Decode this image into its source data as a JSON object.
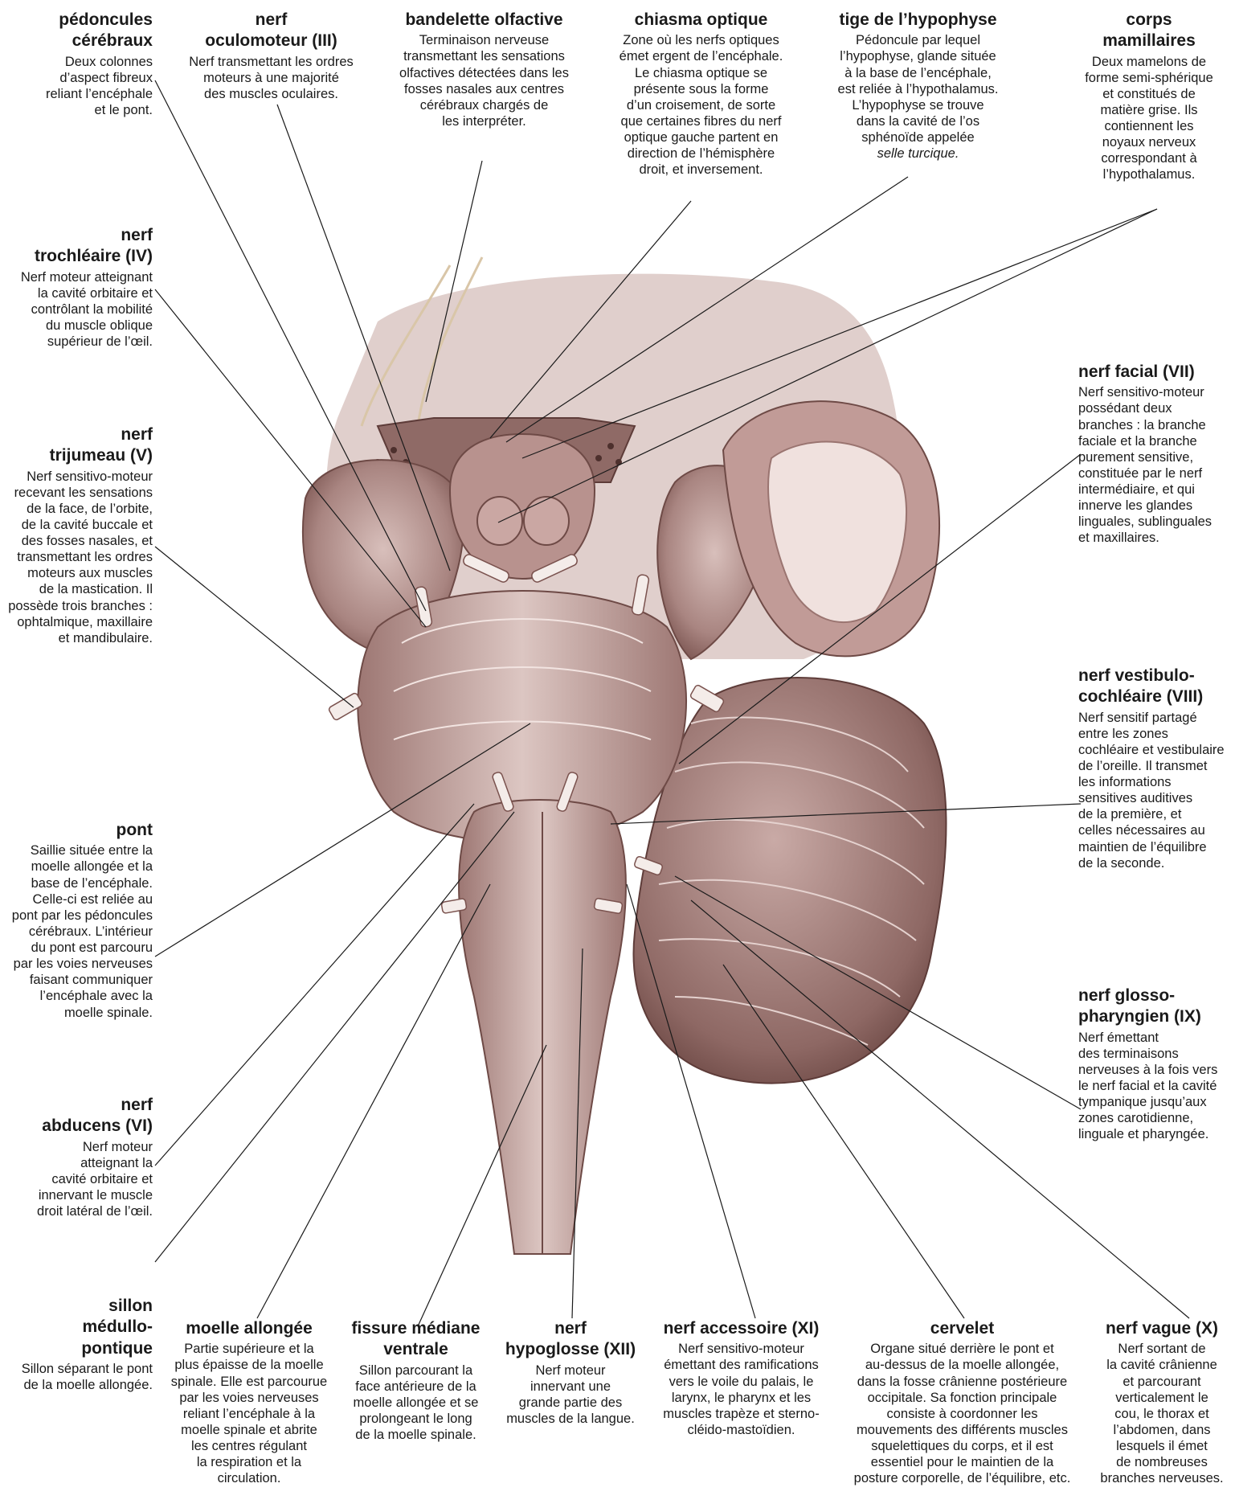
{
  "labels": {
    "pedoncules": {
      "title": "pédoncules\ncérébraux",
      "desc": "Deux colonnes\nd’aspect fibreux\nreliant l’encéphale\net le pont."
    },
    "oculomoteur": {
      "title": "nerf\noculomoteur (III)",
      "desc": "Nerf transmettant les ordres\nmoteurs à une majorité\ndes muscles oculaires."
    },
    "bandelette": {
      "title": "bandelette olfactive",
      "desc": "Terminaison nerveuse\ntransmettant les sensations\nolfactives détectées dans les\nfosses nasales aux centres\ncérébraux chargés de\nles interpréter."
    },
    "chiasma": {
      "title": "chiasma optique",
      "desc": "Zone où les nerfs optiques\német ergent de l’encéphale.\nLe chiasma optique se\nprésente sous la forme\nd’un croisement, de sorte\nque certaines fibres du nerf\noptique gauche partent en\ndirection de l’hémisphère\ndroit, et inversement."
    },
    "tige": {
      "title": "tige de l’hypophyse",
      "desc": "Pédoncule par lequel\nl’hypophyse, glande située\nà la base de l’encéphale,\nest reliée à l’hypothalamus.\nL’hypophyse se trouve\ndans la cavité de l’os\nsphénoïde appelée",
      "desc_italic": "selle turcique."
    },
    "mamillaires": {
      "title": "corps\nmamillaires",
      "desc": "Deux mamelons de\nforme semi-sphérique\net constitués de\nmatière grise. Ils\ncontiennent les\nnoyaux nerveux\ncorrespondant à\nl’hypothalamus."
    },
    "trochleaire": {
      "title": "nerf\ntrochléaire (IV)",
      "desc": "Nerf moteur atteignant\nla cavité orbitaire et\ncontrôlant la mobilité\ndu muscle oblique\nsupérieur de l’œil."
    },
    "trijumeau": {
      "title": "nerf\ntrijumeau (V)",
      "desc": "Nerf sensitivo-moteur\nrecevant les sensations\nde la face, de l’orbite,\nde la cavité buccale et\ndes fosses nasales, et\ntransmettant les ordres\nmoteurs aux muscles\nde la mastication. Il\npossède trois branches :\nophtalmique, maxillaire\net mandibulaire."
    },
    "pont": {
      "title": "pont",
      "desc": "Saillie située entre la\nmoelle allongée et la\nbase de l’encéphale.\nCelle-ci est reliée au\npont par les pédoncules\ncérébraux. L’intérieur\ndu pont est parcouru\npar les voies nerveuses\nfaisant communiquer\nl’encéphale avec la\nmoelle spinale."
    },
    "abducens": {
      "title": "nerf\nabducens (VI)",
      "desc": "Nerf moteur\natteignant la\ncavité orbitaire et\ninnervant le muscle\ndroit latéral de l’œil."
    },
    "sillon": {
      "title": "sillon\nmédullo-\npontique",
      "desc": "Sillon séparant le pont\nde la moelle allongée."
    },
    "moelle": {
      "title": "moelle allongée",
      "desc": "Partie supérieure et la\nplus épaisse de la moelle\nspinale. Elle est parcourue\npar les voies nerveuses\nreliant l’encéphale à la\nmoelle spinale et abrite\nles centres régulant\nla respiration et la\ncirculation."
    },
    "fissure": {
      "title": "fissure médiane\nventrale",
      "desc": "Sillon parcourant la\nface antérieure de la\nmoelle allongée et se\nprolongeant le long\nde la moelle spinale."
    },
    "hypoglosse": {
      "title": "nerf\nhypoglosse (XII)",
      "desc": "Nerf moteur\ninnervant une\ngrande partie des\nmuscles de la langue."
    },
    "accessoire": {
      "title": "nerf accessoire (XI)",
      "desc": "Nerf sensitivo-moteur\némettant des ramifications\nvers le voile du palais, le\nlarynx, le pharynx et les\nmuscles trapèze et sterno-\ncléido-mastoïdien."
    },
    "cervelet": {
      "title": "cervelet",
      "desc": "Organe situé derrière le pont et\nau-dessus de la moelle allongée,\ndans la fosse crânienne postérieure\noccipitale. Sa fonction principale\nconsiste à coordonner les\nmouvements des différents muscles\nsquelettiques du corps, et il est\nessentiel pour le maintien de la\nposture corporelle, de l’équilibre, etc."
    },
    "vague": {
      "title": "nerf vague (X)",
      "desc": "Nerf sortant de\nla cavité crânienne\net parcourant\nverticalement le\ncou, le thorax et\nl’abdomen, dans\nlesquels il émet\nde nombreuses\nbranches nerveuses."
    },
    "facial": {
      "title": "nerf facial (VII)",
      "desc": "Nerf sensitivo-moteur\npossédant deux\nbranches : la branche\nfaciale et la branche\npurement sensitive,\nconstituée par le nerf\nintermédiaire, et qui\ninnerve les glandes\nlinguales, sublinguales\net maxillaires."
    },
    "vestibulo": {
      "title": "nerf vestibulo-\ncochléaire (VIII)",
      "desc": "Nerf sensitif partagé\nentre les zones\ncochléaire et vestibulaire\nde l’oreille. Il transmet\nles informations\nsensitives auditives\nde la première, et\ncelles nécessaires au\nmaintien de l’équilibre\nde la seconde."
    },
    "glosso": {
      "title": "nerf glosso-\npharyngien (IX)",
      "desc": "Nerf émettant\ndes terminaisons\nnerveuses à la fois vers\nle nerf facial et la cavité\ntympanique jusqu’aux\nzones carotidienne,\nlinguale et pharyngée."
    }
  },
  "colors": {
    "tissue": "#b08a86",
    "tissue_dark": "#7a524e",
    "tissue_light": "#e7d2cf",
    "line": "#1a1a1a"
  }
}
